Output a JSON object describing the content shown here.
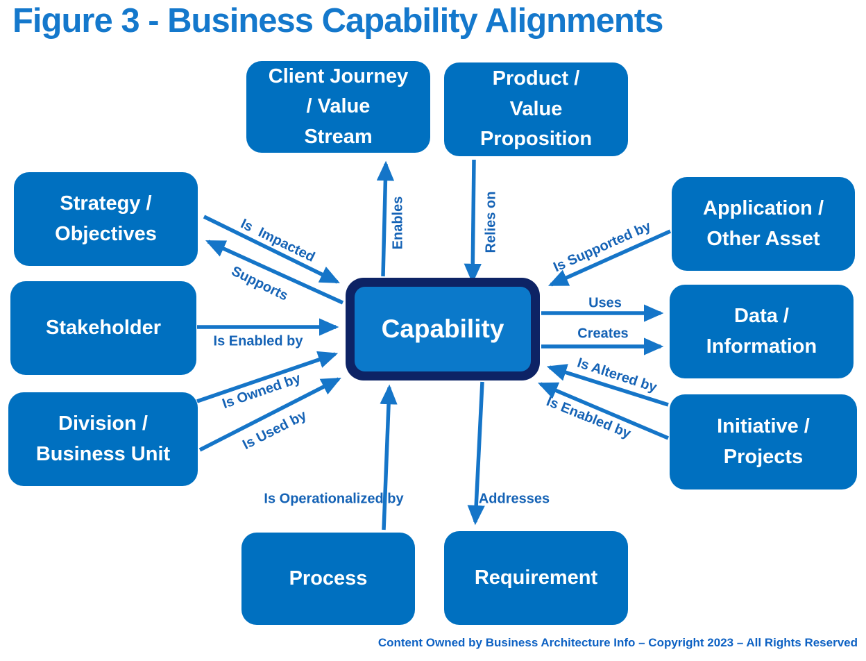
{
  "title": "Figure 3 - Business Capability Alignments",
  "footer": "Content Owned by Business Architecture Info  – Copyright 2023  – All Rights Reserved",
  "center": {
    "label": "Capability"
  },
  "nodes": {
    "client_journey": {
      "label": "Client Journey / Value Stream",
      "lines": [
        "Client Journey",
        "/ Value",
        "Stream"
      ]
    },
    "product": {
      "label": "Product / Value Proposition",
      "lines": [
        "Product /",
        "Value",
        "Proposition"
      ]
    },
    "strategy": {
      "label": "Strategy / Objectives",
      "lines": [
        "Strategy /",
        "Objectives"
      ]
    },
    "stakeholder": {
      "label": "Stakeholder",
      "lines": [
        "Stakeholder"
      ]
    },
    "division": {
      "label": "Division / Business Unit",
      "lines": [
        "Division /",
        "Business Unit"
      ]
    },
    "application": {
      "label": "Application / Other Asset",
      "lines": [
        "Application /",
        "Other Asset"
      ]
    },
    "data": {
      "label": "Data / Information",
      "lines": [
        "Data /",
        "Information"
      ]
    },
    "initiative": {
      "label": "Initiative / Projects",
      "lines": [
        "Initiative /",
        "Projects"
      ]
    },
    "process": {
      "label": "Process",
      "lines": [
        "Process"
      ]
    },
    "requirement": {
      "label": "Requirement",
      "lines": [
        "Requirement"
      ]
    }
  },
  "edges": {
    "enables": {
      "label": "Enables",
      "from": "capability",
      "to": "client_journey"
    },
    "relies_on": {
      "label": "Relies on",
      "from": "product",
      "to": "capability"
    },
    "is_impacted": {
      "label": "Is Impacted",
      "from": "strategy",
      "to": "capability"
    },
    "supports": {
      "label": "Supports",
      "from": "capability",
      "to": "strategy"
    },
    "is_enabled_by_left": {
      "label": "Is Enabled by",
      "from": "stakeholder",
      "to": "capability"
    },
    "is_owned_by": {
      "label": "Is Owned by",
      "from": "division",
      "to": "capability"
    },
    "is_used_by": {
      "label": "Is Used by",
      "from": "division",
      "to": "capability"
    },
    "is_supported_by": {
      "label": "Is Supported by",
      "from": "application",
      "to": "capability"
    },
    "uses": {
      "label": "Uses",
      "from": "capability",
      "to": "data"
    },
    "creates": {
      "label": "Creates",
      "from": "capability",
      "to": "data"
    },
    "is_altered_by": {
      "label": "Is Altered by",
      "from": "initiative",
      "to": "capability"
    },
    "is_enabled_by_right": {
      "label": "Is Enabled by",
      "from": "initiative",
      "to": "capability"
    },
    "is_operationalized_by": {
      "label": "Is Operationalized by",
      "from": "process",
      "to": "capability"
    },
    "addresses": {
      "label": "Addresses",
      "from": "capability",
      "to": "requirement"
    }
  },
  "colors": {
    "node_fill": "#0070c0",
    "node_text": "#ffffff",
    "center_fill": "#0b79ca",
    "center_border": "#0d2365",
    "arrow": "#1575c8",
    "edge_label_text": "#1462b5",
    "title_text": "#1478cc",
    "footer_text": "#0d61c3",
    "background": "#ffffff"
  }
}
